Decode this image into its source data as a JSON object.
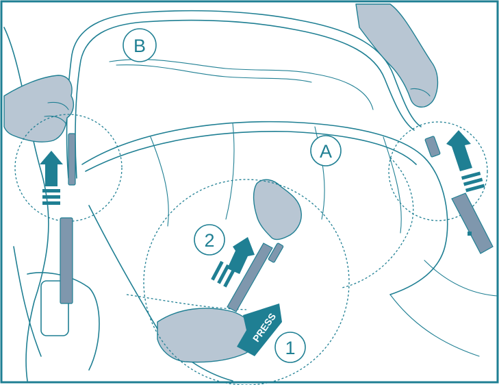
{
  "labels": {
    "handle": "B",
    "shell": "A",
    "step_one": "1",
    "step_two": "2",
    "press": "PRESS"
  },
  "colors": {
    "ink": "#1f7f93",
    "hand_fill": "#b8c6d3",
    "arrow_fill": "#1f7f93",
    "strap_fill": "#7f97ad",
    "background": "#ffffff"
  },
  "icons": {
    "left_arrow": "up-arrow-icon",
    "right_arrow": "up-arrow-icon",
    "center_arrow": "up-right-arrow-icon",
    "press_arrow": "up-right-arrow-icon"
  }
}
